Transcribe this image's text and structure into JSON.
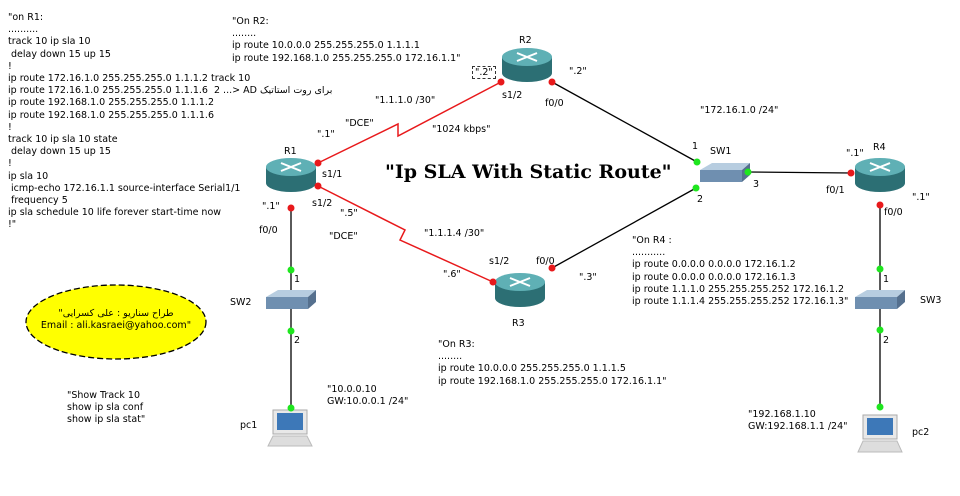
{
  "title": "\"Ip SLA With Static Route\"",
  "devices": {
    "r1": "R1",
    "r2": "R2",
    "r3": "R3",
    "r4": "R4",
    "sw1": "SW1",
    "sw2": "SW2",
    "sw3": "SW3",
    "pc1": "pc1",
    "pc2": "pc2"
  },
  "configs": {
    "r1": "\"on R1:\n..........\ntrack 10 ip sla 10\n delay down 15 up 15\n!\nip route 172.16.1.0 255.255.255.0 1.1.1.2 track 10\nip route 172.16.1.0 255.255.255.0 1.1.1.6  2 ...> AD برای روت استاتیک\nip route 192.168.1.0 255.255.255.0 1.1.1.2\nip route 192.168.1.0 255.255.255.0 1.1.1.6\n!\ntrack 10 ip sla 10 state\n delay down 15 up 15\n!\nip sla 10\n icmp-echo 172.16.1.1 source-interface Serial1/1\n frequency 5\nip sla schedule 10 life forever start-time now\n!\"",
    "r2": "\"On R2:\n........\nip route 10.0.0.0 255.255.255.0 1.1.1.1\nip route 192.168.1.0 255.255.255.0 172.16.1.1\"",
    "r3": "\"On R3:\n........\nip route 10.0.0.0 255.255.255.0 1.1.1.5\nip route 192.168.1.0 255.255.255.0 172.16.1.1\"",
    "r4": "\"On R4 :\n...........\nip route 0.0.0.0 0.0.0.0 172.16.1.2\nip route 0.0.0.0 0.0.0.0 172.16.1.3\nip route 1.1.1.0 255.255.255.252 172.16.1.2\nip route 1.1.1.4 255.255.255.252 172.16.1.3\"",
    "show": "\"Show Track 10\nshow ip sla conf\nshow ip sla stat\""
  },
  "author": "\"طراح سناریو : علی کسرایی\nEmail : ali.kasraei@yahoo.com\"",
  "labels": {
    "r2_s12_ip": "\".2\"",
    "r2_f00_ip": "\".2\"",
    "net1": "\"1.1.1.0 /30\"",
    "dce1": "\"DCE\"",
    "r1_s11_ip": "\".1\"",
    "bw": "\"1024 kbps\"",
    "lan": "\"172.16.1.0 /24\"",
    "r2_s12": "s1/2",
    "r2_f00": "f0/0",
    "r1_s11": "s1/1",
    "r1_s12": "s1/2",
    "r1_s12_ip": "\".5\"",
    "r1_f00_ip": "\".1\"",
    "r1_f00": "f0/0",
    "dce2": "\"DCE\"",
    "net2": "\"1.1.1.4 /30\"",
    "r3_s12": "s1/2",
    "r3_f00": "f0/0",
    "r3_s12_ip": "\".6\"",
    "r3_f00_ip": "\".3\"",
    "sw1_p1": "1",
    "sw1_p3": "3",
    "sw1_p2": "2",
    "r4_f01_ip": "\".1\"",
    "r4_f01": "f0/1",
    "r4_f00": "f0/0",
    "r4_f00_ip": "\".1\"",
    "sw2_p1": "1",
    "sw2_p2": "2",
    "sw3_p1": "1",
    "sw3_p2": "2",
    "pc1_info": "\"10.0.0.10\nGW:10.0.0.1 /24\"",
    "pc2_info": "\"192.168.1.10\nGW:192.168.1.1 /24\""
  },
  "colors": {
    "serial": "#e8191b",
    "ethernet": "#000000",
    "port_serial": "#e8191b",
    "port_eth": "#1ee61e",
    "router": "#3f8f95",
    "switch": "#7f9fbf",
    "note_bg": "#ffff00"
  }
}
